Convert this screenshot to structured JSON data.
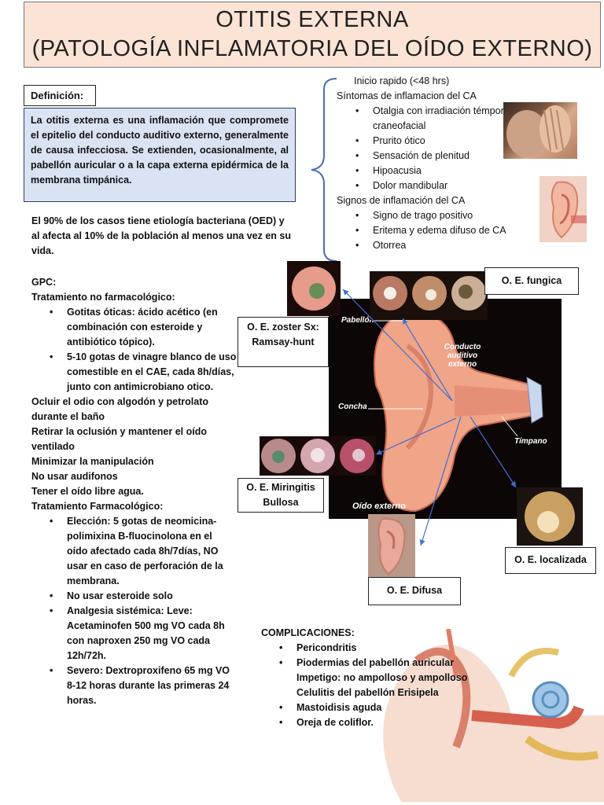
{
  "title": {
    "line1": "OTITIS EXTERNA",
    "line2": "(PATOLOGÍA INFLAMATORIA DEL OÍDO EXTERNO)"
  },
  "definition": {
    "label": "Definición:",
    "text": "La otitis externa es una inflamación que compromete el epitelio del conducto auditivo externo, generalmente de causa infecciosa. Se extienden, ocasionalmente, al pabellón auricular o a la capa externa epidérmica de la membrana timpánica."
  },
  "epidemiology": "El 90% de los casos tiene etiología bacteriana (OED) y al afecta al 10% de la población al menos una vez en su vida.",
  "gpc": {
    "heading": "GPC:",
    "non_pharm_heading": "Tratamiento no farmacológico:",
    "non_pharm_bullets": [
      "Gotitas óticas: ácido acético (en combinación con esteroide y antibiótico tópico).",
      "5-10 gotas de vinagre blanco de uso comestible en el CAE, cada 8h/días, junto con antimicrobiano otico."
    ],
    "lines": [
      "Ocluir el odio con algodón y petrolato durante el baño",
      "Retirar la oclusión y mantener el oído ventilado",
      "Minimizar la manipulación",
      "No usar audifonos",
      "Tener el oído libre agua.",
      "Tratamiento Farmacológico:"
    ],
    "pharm_bullets": [
      "Elección: 5 gotas de neomicina-polimixina B-fluocinolona en el oído afectado cada 8h/7días, NO usar en caso de perforación de la membrana.",
      "No usar esteroide solo",
      "Analgesia sistémica:  Leve: Acetaminofen 500 mg VO cada 8h con naproxen 250 mg VO cada 12h/72h.",
      "Severo: Dextroproxifeno 65 mg VO 8-12 horas durante las primeras 24 horas."
    ]
  },
  "clinical": {
    "onset": "Inicio rapido (<48 hrs)",
    "symptoms_heading": "Síntomas de inflamacion del CA",
    "symptoms": [
      "Otalgia con irradiación témporomandibular y craneofacial",
      "Prurito ótico",
      "Sensación de plenitud",
      "Hipoacusia",
      "Dolor mandibular"
    ],
    "signs_heading": "Signos de inflamación del CA",
    "signs": [
      "Signo de trago positivo",
      "Eritema y edema difuso de CA",
      "Otorrea"
    ]
  },
  "diagram_labels": {
    "pabellon": "Pabellón",
    "conducto": "Conducto auditivo externo",
    "concha": "Concha",
    "timpano": "Tímpano",
    "oido_externo": "Oído externo"
  },
  "types": {
    "fungica": "O. E. fungica",
    "zoster": "O. E. zoster Sx: Ramsay-hunt",
    "miringitis": "O. E. Miringitis Bullosa",
    "localizada": "O. E. localizada",
    "difusa": "O. E. Difusa"
  },
  "complications": {
    "heading": "COMPLICACIONES:",
    "items": [
      "Pericondritis",
      "Piodermias del pabellón auricular Impetigo: no ampolloso y ampolloso Celulitis del pabellón Erisipela",
      "Mastoidisis aguda",
      "Oreja de coliflor."
    ]
  },
  "colors": {
    "title_bg": "#fbe4d5",
    "definition_bg": "#dae3f3",
    "brace": "#4a6fb5",
    "arrows": "#3f6fd1"
  }
}
